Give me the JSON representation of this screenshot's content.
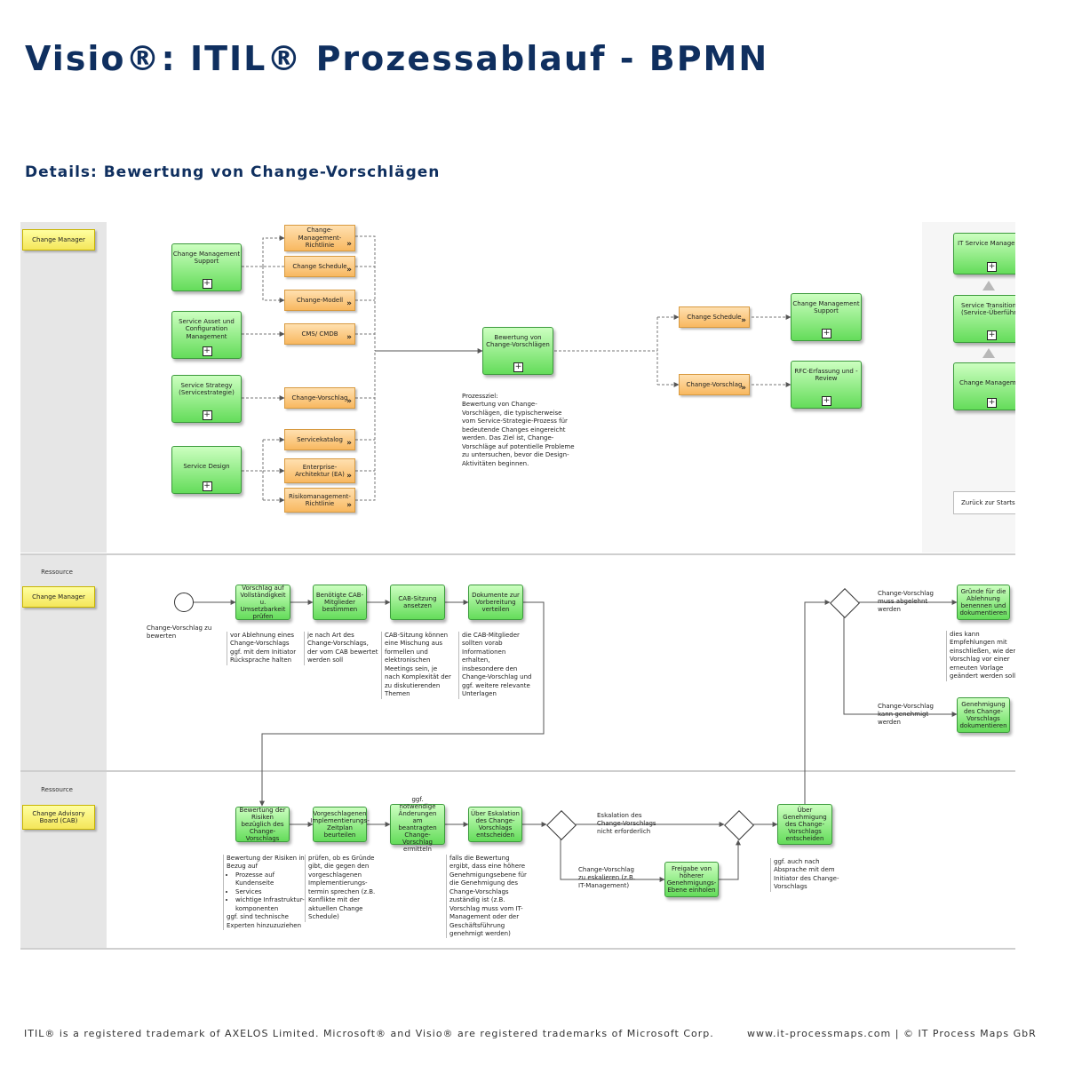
{
  "header": {
    "title": "Visio®: ITIL® Prozessablauf - BPMN",
    "subtitle": "Details: Bewertung von Change-Vorschlägen"
  },
  "footer": {
    "left": "ITIL® is a registered trademark of AXELOS Limited. Microsoft® and Visio® are registered trademarks of Microsoft Corp.",
    "right": "www.it-processmaps.com | © IT Process Maps GbR"
  },
  "overview": {
    "role": "Change Manager",
    "processes": {
      "cms": "Change Management Support",
      "sacm": "Service Asset und Configuration Management",
      "strategy": "Service Strategy (Servicestrategie)",
      "design": "Service Design",
      "center": "Bewertung von Change-Vorschlägen",
      "cms_out": "Change Management Support",
      "rfc": "RFC-Erfassung und -Review",
      "r1": "IT Service Management",
      "r2": "Service Transition (Service-Überführung)",
      "r3": "Change Management"
    },
    "docs": {
      "d1": "Change-Management-Richtlinie",
      "d2": "Change Schedule",
      "d3": "Change-Modell",
      "d4": "CMS/ CMDB",
      "d5": "Change-Vorschlag",
      "d6": "Servicekatalog",
      "d7": "Enterprise-Architektur (EA)",
      "d8": "Risikomanagement-Richtlinie",
      "o1": "Change Schedule",
      "o2": "Change-Vorschlag"
    },
    "goal": "Prozessziel:\nBewertung von Change-Vorschlägen, die typischerweise vom Service-Strategie-Prozess für bedeutende Changes eingereicht werden. Das Ziel ist, Change-Vorschläge auf potentielle Probleme zu untersuchen, bevor die Design-Aktivitäten beginnen.",
    "back_button": "Zurück zur Startseite"
  },
  "lane1": {
    "resource_label": "Ressource",
    "role": "Change Manager",
    "start_label": "Change-Vorschlag zu bewerten",
    "tasks": {
      "t1": "Vorschlag auf Vollständigkeit u. Umsetzbarkeit prüfen",
      "t2": "Benötigte CAB-Mitglieder bestimmen",
      "t3": "CAB-Sitzung ansetzen",
      "t4": "Dokumente zur Vorbereitung verteilen",
      "t5": "Gründe für die Ablehnung benennen und dokumentieren",
      "t6": "Genehmigung des Change-Vorschlags dokumentieren"
    },
    "notes": {
      "n1": "vor Ablehnung eines Change-Vorschlags ggf. mit dem Initiator Rücksprache halten",
      "n2": "je nach Art des Change-Vorschlags, der vom CAB bewertet werden soll",
      "n3": "CAB-Sitzung können eine Mischung aus formellen und elektronischen Meetings sein, je nach Komplexität der zu diskutierenden Themen",
      "n4": "die CAB-Mitglieder sollten vorab Informationen erhalten, insbesondere den Change-Vorschlag und ggf. weitere relevante Unterlagen",
      "n5": "dies kann Empfehlungen mit einschließen, wie der Vorschlag vor einer erneuten Vorlage geändert werden sollte"
    },
    "flows": {
      "f1": "Change-Vorschlag muss abgelehnt werden",
      "f2": "Change-Vorschlag kann genehmigt werden"
    }
  },
  "lane2": {
    "resource_label": "Ressource",
    "role": "Change Advisory Board (CAB)",
    "tasks": {
      "t1": "Bewertung der Risiken bezüglich des Change-Vorschlags",
      "t2": "Vorgeschlagenen Implementierungs-Zeitplan beurteilen",
      "t3": "ggf. notwendige Änderungen am beantragten Change-Vorschlag ermitteln",
      "t4": "Über Eskalation des Change-Vorschlags entscheiden",
      "t5": "Freigabe von höherer Genehmigungs-Ebene einholen",
      "t6": "Über Genehmigung des Change-Vorschlags entscheiden"
    },
    "notes": {
      "n1_head": "Bewertung der Risiken in Bezug auf",
      "n1_items": [
        "Prozesse auf Kundenseite",
        "Services",
        "wichtige Infrastruktur-komponenten"
      ],
      "n1_tail": "ggf. sind technische Experten hinzuzuziehen",
      "n2": "prüfen, ob es Gründe gibt, die gegen den vorgeschlagenen Implementierungs-termin sprechen (z.B. Konflikte mit der aktuellen Change Schedule)",
      "n3": "falls die Bewertung ergibt, dass eine höhere Genehmigungsebene für die Genehmigung des Change-Vorschlags zuständig ist (z.B. Vorschlag muss vom IT-Management oder der Geschäftsführung genehmigt werden)",
      "n4": "ggf. auch nach Absprache mit dem Initiator des Change-Vorschlags"
    },
    "flows": {
      "f1": "Eskalation des Change-Vorschlags nicht erforderlich",
      "f2": "Change-Vorschlag zu eskalieren (z.B. IT-Management)"
    }
  },
  "colors": {
    "title": "#0f2f5f",
    "task_green": "#64dc5a",
    "doc_orange": "#f8b860",
    "role_yellow": "#f4e65a"
  }
}
